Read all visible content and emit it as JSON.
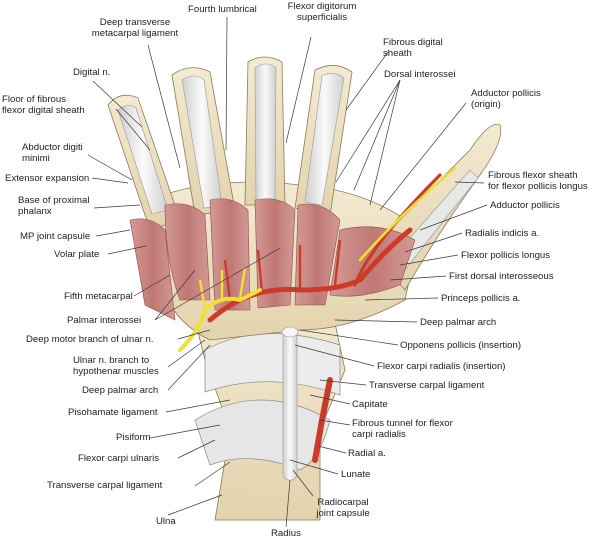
{
  "figure": {
    "labels": {
      "deep_transverse_metacarpal_ligament": [
        "Deep transverse",
        "metacarpal ligament"
      ],
      "fourth_lumbrical": [
        "Fourth lumbrical"
      ],
      "flexor_digitorum_superficialis": [
        "Flexor digitorum",
        "superficialis"
      ],
      "fibrous_digital_sheath": [
        "Fibrous digital",
        "sheath"
      ],
      "digital_n": [
        "Digital n."
      ],
      "dorsal_interossei": [
        "Dorsal interossei"
      ],
      "floor_of_fibrous_flexor_digital_sheath": [
        "Floor of fibrous",
        "flexor digital sheath"
      ],
      "adductor_pollicis_origin": [
        "Adductor pollicis",
        "(origin)"
      ],
      "abductor_digiti_minimi": [
        "Abductor digiti",
        "minimi"
      ],
      "extensor_expansion": [
        "Extensor expansion"
      ],
      "fibrous_flexor_sheath_fpl": [
        "Fibrous flexor sheath",
        "for flexor pollicis longus"
      ],
      "base_of_proximal_phalanx": [
        "Base of proximal",
        "phalanx"
      ],
      "adductor_pollicis": [
        "Adductor pollicis"
      ],
      "mp_joint_capsule": [
        "MP joint capsule"
      ],
      "radialis_indicis_a": [
        "Radialis indicis a."
      ],
      "volar_plate": [
        "Volar plate"
      ],
      "flexor_pollicis_longus": [
        "Flexor pollicis longus"
      ],
      "first_dorsal_interosseous": [
        "First dorsal interosseous"
      ],
      "fifth_metacarpal": [
        "Fifth metacarpal"
      ],
      "princeps_pollicis_a": [
        "Princeps pollicis a."
      ],
      "palmar_interossei": [
        "Palmar interossei"
      ],
      "deep_palmar_arch_right": [
        "Deep palmar arch"
      ],
      "deep_motor_branch_of_ulnar_n": [
        "Deep motor branch of ulnar n."
      ],
      "opponens_pollicis_insertion": [
        "Opponens pollicis (insertion)"
      ],
      "ulnar_n_branch_to_hypothenar": [
        "Ulnar n. branch to",
        "hypothenar muscles"
      ],
      "flexor_carpi_radialis_insertion": [
        "Flexor carpi radialis (insertion)"
      ],
      "deep_palmar_arch_left": [
        "Deep palmar arch"
      ],
      "transverse_carpal_ligament_right": [
        "Transverse carpal ligament"
      ],
      "pisohamate_ligament": [
        "Pisohamate ligament"
      ],
      "capitate": [
        "Capitate"
      ],
      "pisiform": [
        "Pisiform"
      ],
      "fibrous_tunnel_fcr": [
        "Fibrous tunnel for flexor",
        "carpi radialis"
      ],
      "flexor_carpi_ulnaris": [
        "Flexor carpi ulnaris"
      ],
      "radial_a": [
        "Radial a."
      ],
      "transverse_carpal_ligament_left": [
        "Transverse carpal ligament"
      ],
      "lunate": [
        "Lunate"
      ],
      "radiocarpal_joint_capsule": [
        "Radiocarpal",
        "joint capsule"
      ],
      "ulna": [
        "Ulna"
      ],
      "radius": [
        "Radius"
      ]
    },
    "colors": {
      "muscle": "#c98a86",
      "muscle_dark": "#a95e5a",
      "bone": "#efe3c6",
      "ligament": "#dedede",
      "tendon": "#f2f2f2",
      "artery": "#d2412c",
      "nerve": "#f4e33a"
    }
  }
}
